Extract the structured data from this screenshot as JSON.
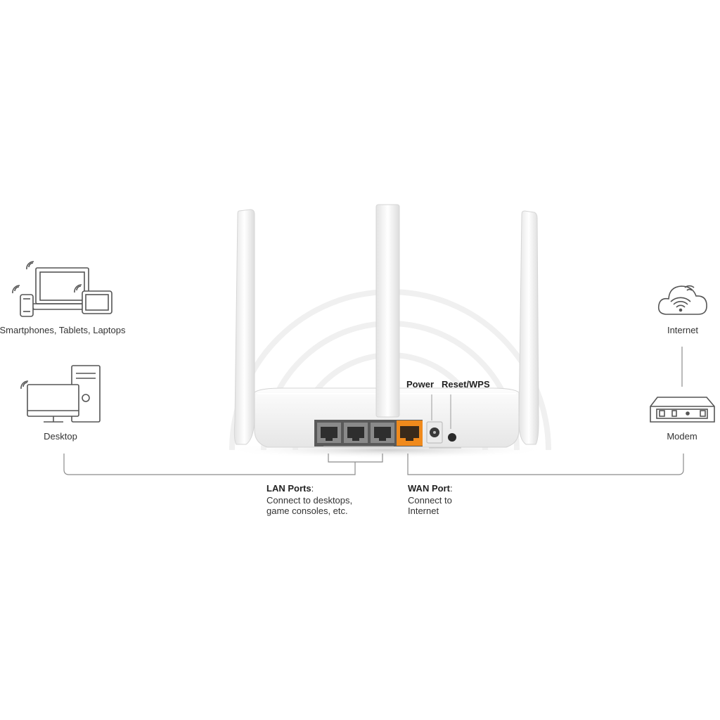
{
  "devices": {
    "mobile": "Smartphones, Tablets, Laptops",
    "desktop": "Desktop",
    "internet": "Internet",
    "modem": "Modem"
  },
  "router": {
    "power_callout": "Power",
    "reset_callout": "Reset/WPS",
    "lan_port_count": 3,
    "wan_port_count": 1,
    "wan_color": "#f08a1c",
    "lan_color": "#7b7b7b"
  },
  "ports": {
    "lan": {
      "title": "LAN Ports",
      "colon": ":",
      "desc_line1": "Connect to desktops,",
      "desc_line2": "game consoles, etc."
    },
    "wan": {
      "title": "WAN Port",
      "colon": ":",
      "desc_line1": "Connect to",
      "desc_line2": "Internet"
    }
  },
  "colors": {
    "line": "#8c8c8c",
    "icon": "#555555"
  },
  "icons": [
    "laptop-icon",
    "smartphone-icon",
    "tablet-icon",
    "desktop-icon",
    "tower-pc-icon",
    "cloud-icon",
    "wifi-icon",
    "modem-icon",
    "router-image"
  ]
}
